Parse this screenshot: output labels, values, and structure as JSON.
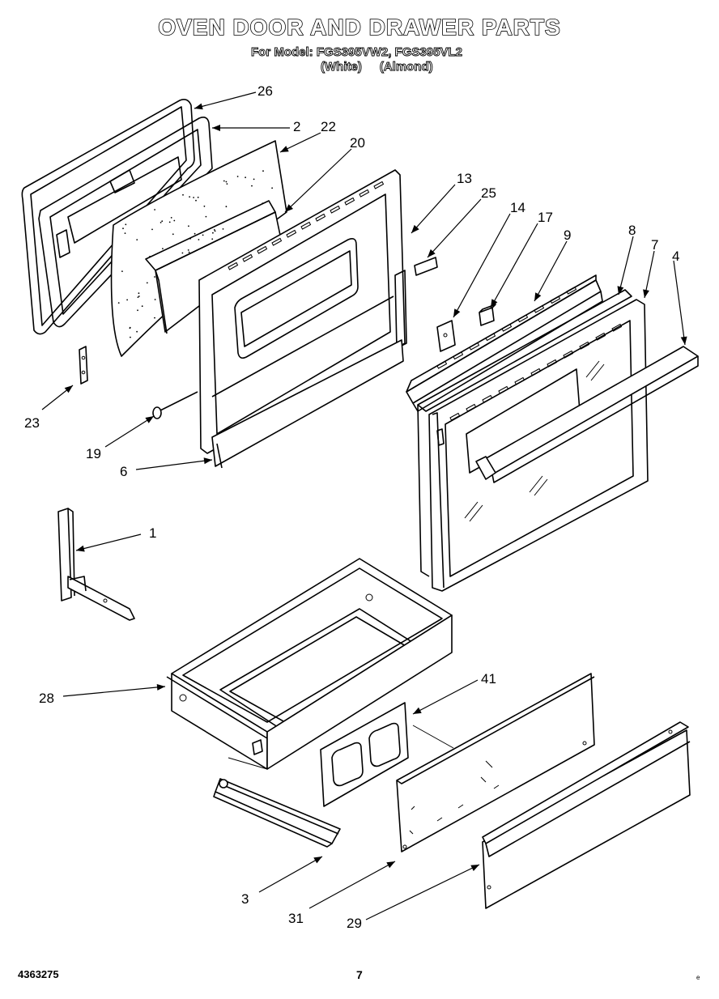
{
  "header": {
    "title": "OVEN DOOR AND DRAWER PARTS",
    "model_line_prefix": "For Model:",
    "model_white": "FGS395VW2,",
    "model_almond": "FGS395VL2",
    "color_white": "(White)",
    "color_almond": "(Almond)"
  },
  "callouts": [
    "26",
    "2",
    "22",
    "20",
    "13",
    "25",
    "14",
    "17",
    "9",
    "8",
    "7",
    "4",
    "23",
    "19",
    "6",
    "1",
    "28",
    "41",
    "3",
    "31",
    "29"
  ],
  "footer": {
    "doc_number": "4363275",
    "page_number": "7",
    "mark": "e"
  }
}
